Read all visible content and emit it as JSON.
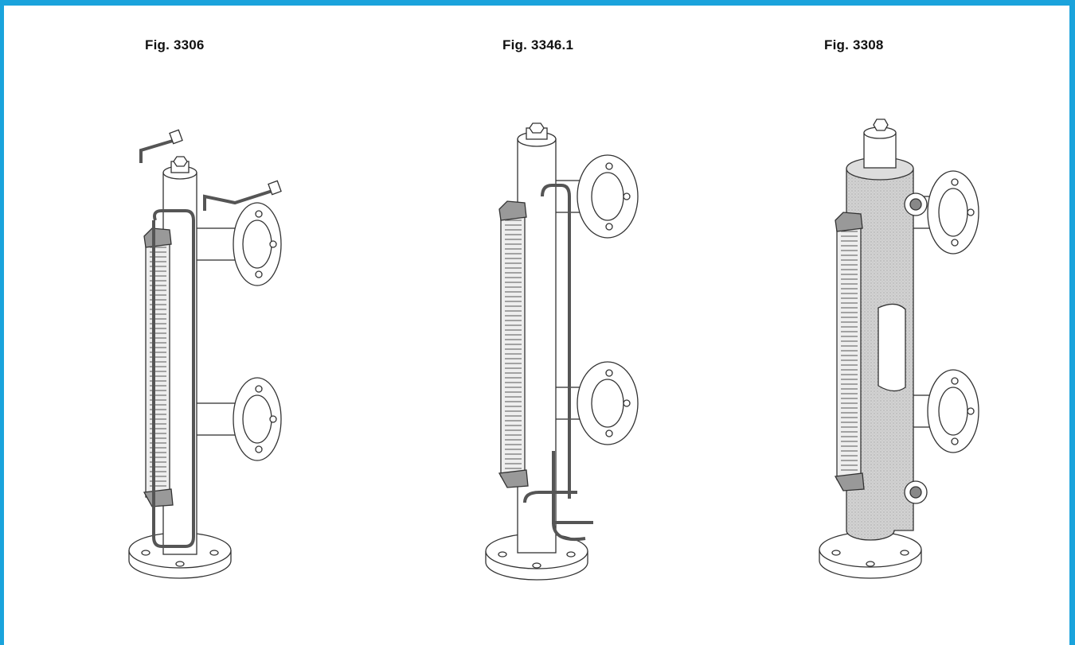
{
  "figures": [
    {
      "caption": "Fig. 3306",
      "variant": "heating-coil"
    },
    {
      "caption": "Fig. 3346.1",
      "variant": "sensor-probe"
    },
    {
      "caption": "Fig. 3308",
      "variant": "heating-jacket"
    }
  ],
  "colors": {
    "border": "#1aa3dc",
    "line": "#333333",
    "shade": "#c8c8c8",
    "pipe": "#9a9a9a"
  }
}
